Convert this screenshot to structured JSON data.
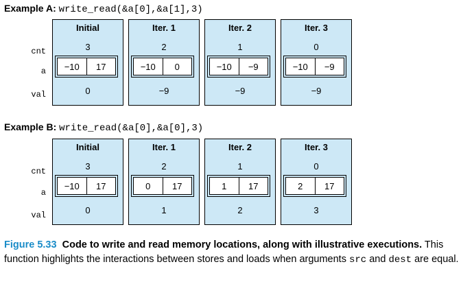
{
  "exampleA": {
    "label": "Example A:",
    "call": "write_read(&a[0],&a[1],3)",
    "panels": [
      {
        "head": "Initial",
        "cnt": "3",
        "a0": "−10",
        "a1": "17",
        "val": "0"
      },
      {
        "head": "Iter. 1",
        "cnt": "2",
        "a0": "−10",
        "a1": "0",
        "val": "−9"
      },
      {
        "head": "Iter. 2",
        "cnt": "1",
        "a0": "−10",
        "a1": "−9",
        "val": "−9"
      },
      {
        "head": "Iter. 3",
        "cnt": "0",
        "a0": "−10",
        "a1": "−9",
        "val": "−9"
      }
    ]
  },
  "exampleB": {
    "label": "Example B:",
    "call": "write_read(&a[0],&a[0],3)",
    "panels": [
      {
        "head": "Initial",
        "cnt": "3",
        "a0": "−10",
        "a1": "17",
        "val": "0"
      },
      {
        "head": "Iter. 1",
        "cnt": "2",
        "a0": "0",
        "a1": "17",
        "val": "1"
      },
      {
        "head": "Iter. 2",
        "cnt": "1",
        "a0": "1",
        "a1": "17",
        "val": "2"
      },
      {
        "head": "Iter. 3",
        "cnt": "0",
        "a0": "2",
        "a1": "17",
        "val": "3"
      }
    ]
  },
  "rowLabels": {
    "cnt": "cnt",
    "a": "a",
    "val": "val"
  },
  "caption": {
    "fig": "Figure 5.33",
    "title": "Code to write and read memory locations, along with illustrative executions.",
    "body1": " This function highlights the interactions between stores and loads when arguments ",
    "src": "src",
    "and": " and ",
    "dest": "dest",
    "body2": " are equal."
  }
}
